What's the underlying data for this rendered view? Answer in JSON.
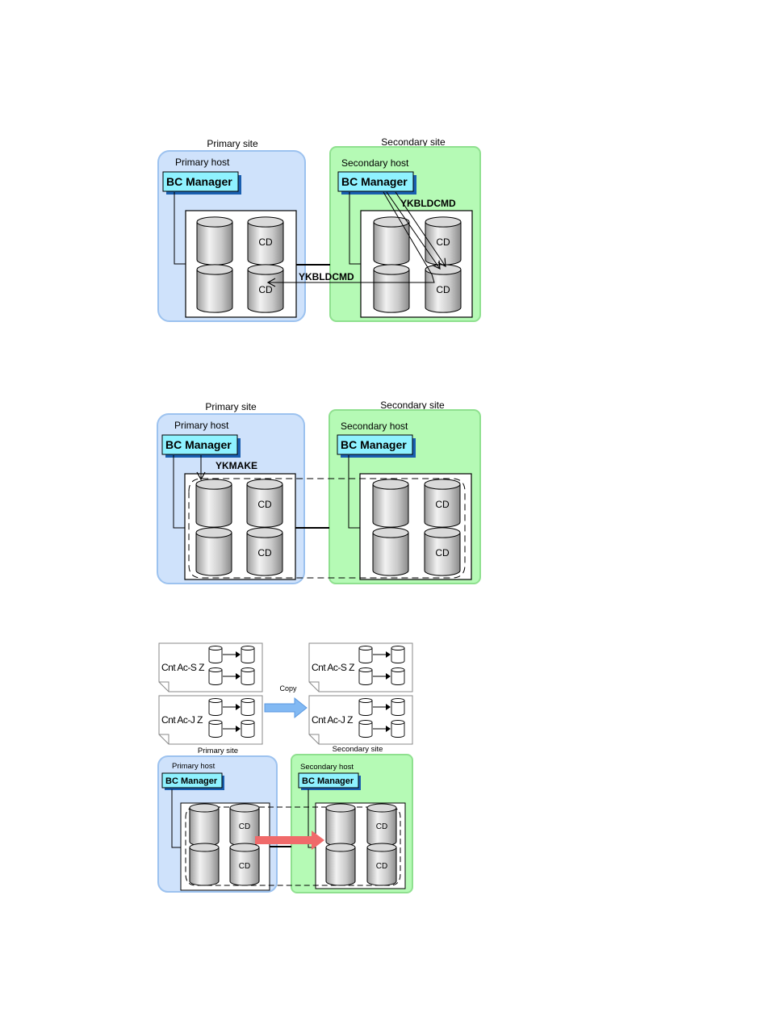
{
  "labels": {
    "primary_site": "Primary site",
    "secondary_site": "Secondary site",
    "primary_host": "Primary host",
    "secondary_host": "Secondary host",
    "bc_manager": "BC Manager",
    "cd": "CD",
    "copy": "Copy",
    "cnt_ac_s_z": "Cnt Ac-S Z",
    "cnt_ac_j_z": "Cnt Ac-J Z"
  },
  "commands": {
    "ykbldcmd": "YKBLDCMD",
    "ykmake": "YKMAKE"
  },
  "colors": {
    "primary_fill": "#cfe2fb",
    "primary_stroke": "#9cc2ef",
    "secondary_fill": "#b5fab5",
    "secondary_stroke": "#8fe08f",
    "bc_fill": "#8ff2ff",
    "bc_shadow": "#1a5fb0",
    "copy_arrow": "#82b9f3",
    "replication_arrow": "#f06a6a"
  }
}
